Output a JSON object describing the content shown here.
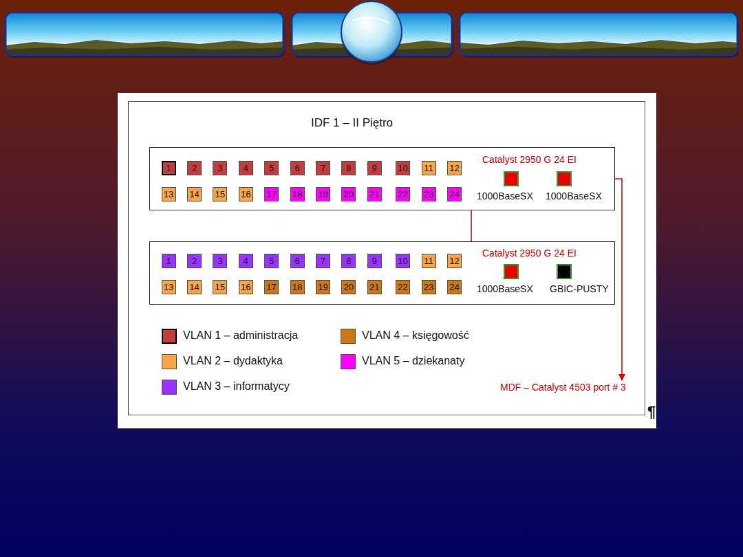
{
  "diagram": {
    "title": "IDF 1 – II Piętro",
    "nodes": [
      {
        "text": [
          "Catalyst 2950 G 24 EI"
        ]
      },
      {
        "text": [
          "1"
        ],
        "in": 0
      },
      {
        "text": [
          "2"
        ],
        "in": 0
      },
      {
        "text": [
          "3"
        ],
        "in": 0
      },
      {
        "text": [
          "4"
        ],
        "in": 0
      },
      {
        "text": [
          "5"
        ],
        "in": 0
      },
      {
        "text": [
          "6"
        ],
        "in": 0
      },
      {
        "text": [
          "7"
        ],
        "in": 0
      },
      {
        "text": [
          "8"
        ],
        "in": 0
      },
      {
        "text": [
          "9"
        ],
        "in": 0
      },
      {
        "text": [
          "10"
        ],
        "in": 0
      },
      {
        "text": [
          "11"
        ],
        "in": 0
      },
      {
        "text": [
          "12"
        ],
        "in": 0
      },
      {
        "text": [
          "13"
        ],
        "in": 0
      },
      {
        "text": [
          "14"
        ],
        "in": 0
      },
      {
        "text": [
          "15"
        ],
        "in": 0
      },
      {
        "text": [
          "16"
        ],
        "in": 0
      },
      {
        "text": [
          "17"
        ],
        "in": 0
      },
      {
        "text": [
          "18"
        ],
        "in": 0
      },
      {
        "text": [
          "19"
        ],
        "in": 0
      },
      {
        "text": [
          "20"
        ],
        "in": 0
      },
      {
        "text": [
          "21"
        ],
        "in": 0
      },
      {
        "text": [
          "22"
        ],
        "in": 0
      },
      {
        "text": [
          "23"
        ],
        "in": 0
      },
      {
        "text": [
          "24"
        ],
        "in": 0
      },
      {
        "text": [
          "1000BaseSX"
        ],
        "in": 0
      },
      {
        "text": [
          "1000BaseSX"
        ],
        "in": 0
      },
      {
        "text": [
          "Catalyst 2950 G 24 EI"
        ]
      },
      {
        "text": [
          "1"
        ],
        "in": 27
      },
      {
        "text": [
          "2"
        ],
        "in": 27
      },
      {
        "text": [
          "3"
        ],
        "in": 27
      },
      {
        "text": [
          "4"
        ],
        "in": 27
      },
      {
        "text": [
          "5"
        ],
        "in": 27
      },
      {
        "text": [
          "6"
        ],
        "in": 27
      },
      {
        "text": [
          "7"
        ],
        "in": 27
      },
      {
        "text": [
          "8"
        ],
        "in": 27
      },
      {
        "text": [
          "9"
        ],
        "in": 27
      },
      {
        "text": [
          "10"
        ],
        "in": 27
      },
      {
        "text": [
          "11"
        ],
        "in": 27
      },
      {
        "text": [
          "12"
        ],
        "in": 27
      },
      {
        "text": [
          "13"
        ],
        "in": 27
      },
      {
        "text": [
          "14"
        ],
        "in": 27
      },
      {
        "text": [
          "15"
        ],
        "in": 27
      },
      {
        "text": [
          "16"
        ],
        "in": 27
      },
      {
        "text": [
          "17"
        ],
        "in": 27
      },
      {
        "text": [
          "18"
        ],
        "in": 27
      },
      {
        "text": [
          "19"
        ],
        "in": 27
      },
      {
        "text": [
          "20"
        ],
        "in": 27
      },
      {
        "text": [
          "21"
        ],
        "in": 27
      },
      {
        "text": [
          "22"
        ],
        "in": 27
      },
      {
        "text": [
          "23"
        ],
        "in": 27
      },
      {
        "text": [
          "24"
        ],
        "in": 27
      },
      {
        "text": [
          "1000BaseSX"
        ],
        "in": 27
      },
      {
        "text": [
          "GBIC-PUSTY"
        ],
        "in": 27
      },
      {
        "text": [
          "MDF – Catalyst 4503 port # 3"
        ]
      }
    ],
    "edges": [
      {
        "from": 25,
        "to": 52,
        "arrow": "none"
      },
      {
        "from": 26,
        "to": 54,
        "arrow": "to"
      }
    ],
    "labels": [
      "¶"
    ],
    "legend": [
      {
        "text": "VLAN 1 – administracja",
        "color": "#c43c3c"
      },
      {
        "text": "VLAN 2 – dydaktyka",
        "color": "#f8a444"
      },
      {
        "text": "VLAN 3 – informatycy",
        "color": "#9933ff"
      },
      {
        "text": "VLAN 4 – księgowość",
        "color": "#cc7711"
      },
      {
        "text": "VLAN 5 – dziekanaty",
        "color": "#ff00ff"
      }
    ]
  }
}
